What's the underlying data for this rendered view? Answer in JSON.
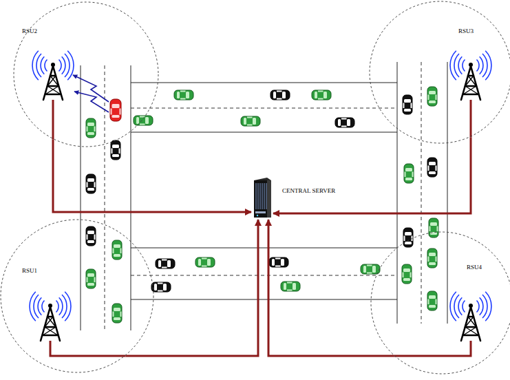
{
  "diagram": {
    "nodes": [
      {
        "text": [
          "RSU2"
        ]
      },
      {
        "text": [
          "RSU3"
        ]
      },
      {
        "text": [
          "CENTRAL SERVER"
        ]
      },
      {
        "text": [
          "RSU1"
        ]
      },
      {
        "text": [
          "RSU4"
        ]
      }
    ],
    "edges": [
      {
        "from": 0,
        "to": 2,
        "arrow": "to"
      },
      {
        "from": 1,
        "to": 2,
        "arrow": "to"
      },
      {
        "from": 3,
        "to": 2,
        "arrow": "to"
      },
      {
        "from": 4,
        "to": 2,
        "arrow": "to"
      }
    ]
  }
}
